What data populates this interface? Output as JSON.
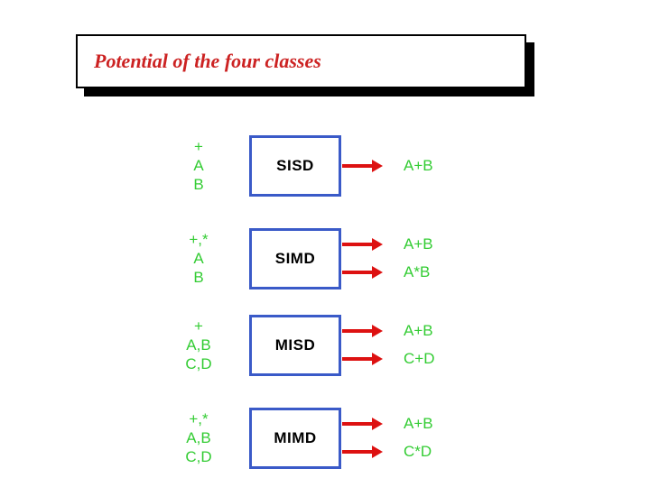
{
  "slide": {
    "title": "Potential of the four classes"
  },
  "colors": {
    "title_red": "#cc2222",
    "operand_green": "#33cc33",
    "arrow_red": "#dd1111",
    "box_border_blue": "#3a5ac8",
    "box_label_black": "#000000",
    "title_shadow_black": "#000000"
  },
  "diagram": {
    "rows": [
      {
        "label": "SISD",
        "inputs": [
          "+",
          "A",
          "B"
        ],
        "outputs": [
          "A+B"
        ]
      },
      {
        "label": "SIMD",
        "inputs": [
          "+,*",
          "A",
          "B"
        ],
        "outputs": [
          "A+B",
          "A*B"
        ]
      },
      {
        "label": "MISD",
        "inputs": [
          "+",
          "A,B",
          "C,D"
        ],
        "outputs": [
          "A+B",
          "C+D"
        ]
      },
      {
        "label": "MIMD",
        "inputs": [
          "+,*",
          "A,B",
          "C,D"
        ],
        "outputs": [
          "A+B",
          "C*D"
        ]
      }
    ]
  }
}
